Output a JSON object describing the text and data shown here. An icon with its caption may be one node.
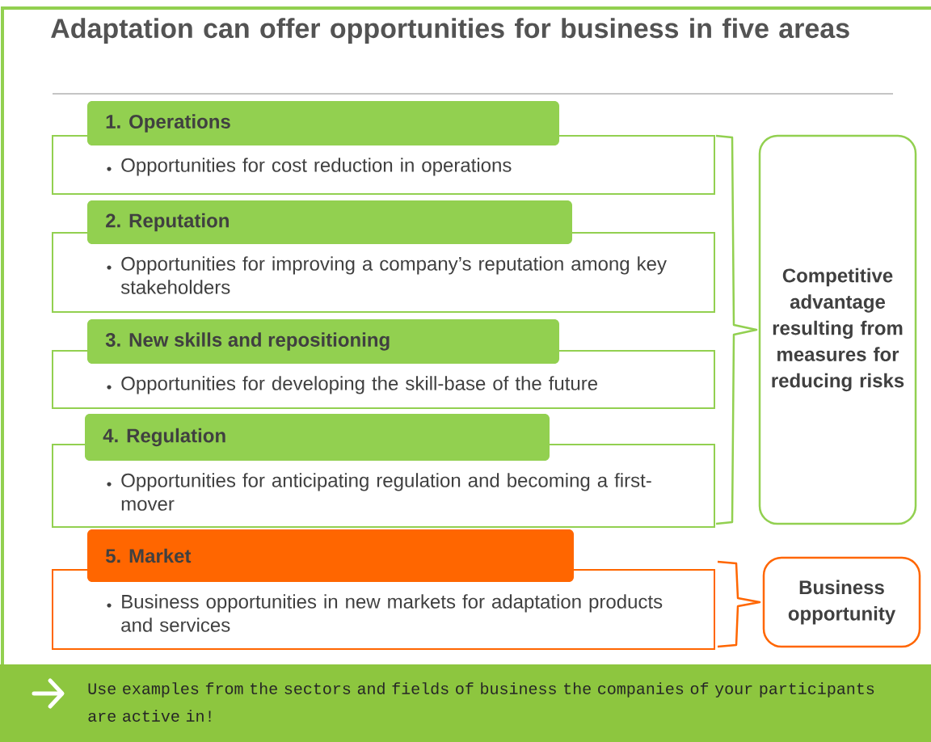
{
  "diagram": {
    "title": "Adaptation can offer opportunities for business in five areas",
    "nodes": [
      {
        "text": [
          "1. Operations",
          "Opportunities for cost reduction in operations"
        ]
      },
      {
        "text": [
          "2. Reputation",
          "Opportunities for improving a company’s reputation among key stakeholders"
        ]
      },
      {
        "text": [
          "3. New skills and repositioning",
          "Opportunities for developing the skill-base of the future"
        ]
      },
      {
        "text": [
          "4. Regulation",
          "Opportunities for anticipating regulation and becoming a first-mover"
        ]
      },
      {
        "text": [
          "5. Market",
          "Business opportunities in new markets for adaptation products and services"
        ]
      },
      {
        "text": [
          "Competitive advantage resulting from measures for reducing risks"
        ]
      },
      {
        "text": [
          "Business opportunity"
        ]
      },
      {
        "text": [
          "Use examples from the sectors and fields of business the companies of your participants are active in!"
        ]
      }
    ]
  }
}
